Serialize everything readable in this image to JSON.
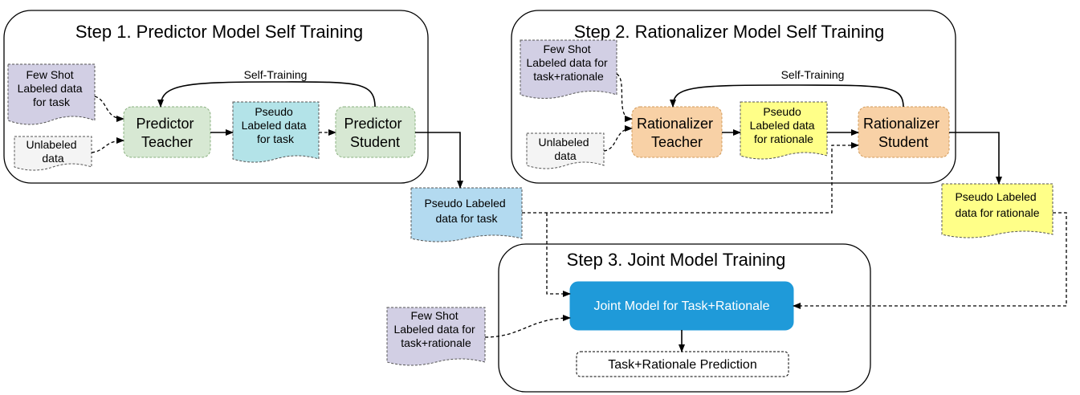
{
  "panels": {
    "step1": {
      "title": "Step 1. Predictor Model Self Training"
    },
    "step2": {
      "title": "Step 2. Rationalizer Model Self Training"
    },
    "step3": {
      "title": "Step 3. Joint Model Training"
    }
  },
  "step1": {
    "few_shot": [
      "Few Shot",
      "Labeled data",
      "for task"
    ],
    "unlabeled": [
      "Unlabeled",
      "data"
    ],
    "teacher": [
      "Predictor",
      "Teacher"
    ],
    "pseudo": [
      "Pseudo",
      "Labeled data",
      "for task"
    ],
    "student": [
      "Predictor",
      "Student"
    ],
    "self_training": "Self-Training"
  },
  "step2": {
    "few_shot": [
      "Few Shot",
      "Labeled data for",
      "task+rationale"
    ],
    "unlabeled": [
      "Unlabeled",
      "data"
    ],
    "teacher": [
      "Rationalizer",
      "Teacher"
    ],
    "pseudo": [
      "Pseudo",
      "Labeled data",
      "for rationale"
    ],
    "student": [
      "Rationalizer",
      "Student"
    ],
    "self_training": "Self-Training"
  },
  "outputs": {
    "pseudo_task": [
      "Pseudo Labeled",
      "data for task"
    ],
    "pseudo_rationale": [
      "Pseudo Labeled",
      "data for rationale"
    ]
  },
  "step3": {
    "few_shot": [
      "Few Shot",
      "Labeled data for",
      "task+rationale"
    ],
    "joint_model": "Joint Model for Task+Rationale",
    "prediction": "Task+Rationale Prediction"
  },
  "colors": {
    "purple": "#d2cfe4",
    "gray": "#f4f4f4",
    "green": "#d7e8d3",
    "cyan": "#b3e3e8",
    "orange": "#f8d1a6",
    "yellow": "#ffff88",
    "blue": "#b3daf0",
    "joint": "#1f9ad9"
  }
}
